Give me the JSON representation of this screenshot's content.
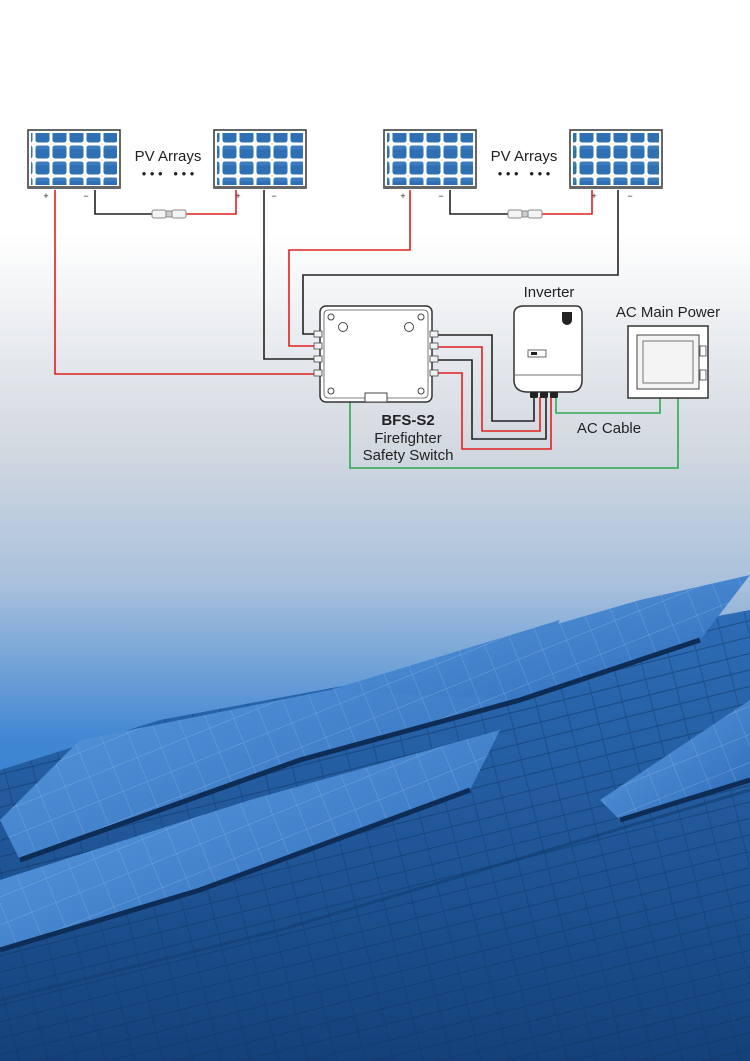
{
  "labels": {
    "pv_arrays_left": "PV Arrays",
    "pv_arrays_right": "PV Arrays",
    "dots": "• • •   • • •",
    "inverter": "Inverter",
    "ac_main_power": "AC Main Power",
    "switch_model": "BFS-S2",
    "switch_line1": "Firefighter",
    "switch_line2": "Safety Switch",
    "ac_cable": "AC Cable"
  },
  "terminals": {
    "plus": "+",
    "minus": "−"
  },
  "colors": {
    "dc_positive": "#e02020",
    "dc_negative": "#222222",
    "ac": "#2fa84f",
    "panel_cell": "#2f6fb3",
    "roof_blue": "#1f5fa8",
    "sky_top": "#ffffff",
    "sky_mid": "#cfd6de"
  }
}
